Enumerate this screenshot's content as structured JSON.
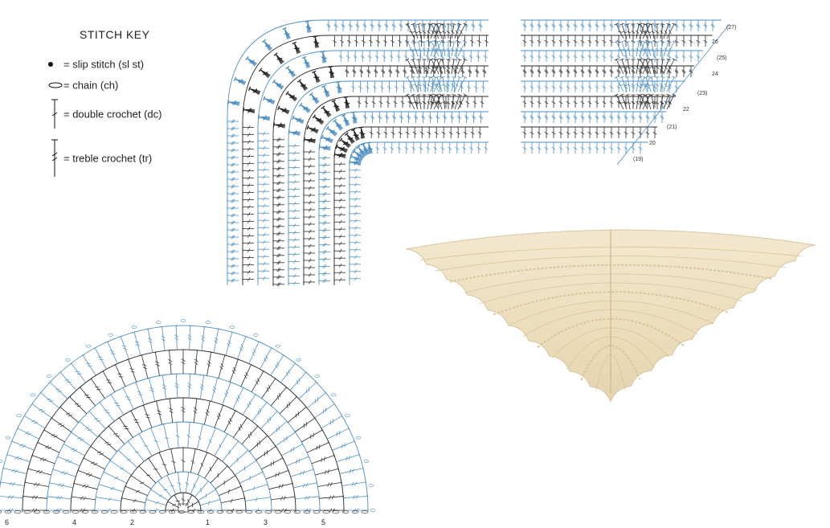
{
  "key": {
    "title": "STITCH KEY",
    "items": [
      {
        "icon": "slip-stitch-dot-icon",
        "label": "= slip stitch (sl st)"
      },
      {
        "icon": "chain-oval-icon",
        "label": "= chain (ch)"
      },
      {
        "icon": "double-crochet-icon",
        "label": "= double crochet (dc)"
      },
      {
        "icon": "treble-crochet-icon",
        "label": "= treble crochet (tr)"
      }
    ]
  },
  "top_chart": {
    "row_numbers": [
      "(27)",
      "26",
      "(25)",
      "24",
      "(23)",
      "22",
      "(21)",
      "20",
      "(19)"
    ]
  },
  "fan_chart": {
    "base_numbers": [
      "6",
      "4",
      "2",
      "1",
      "3",
      "5"
    ]
  },
  "colors": {
    "blue": "#4d8fc4",
    "black": "#2a2a2a",
    "shawl": "#efe3c7",
    "shawl_shadow": "#d8c6a0"
  }
}
